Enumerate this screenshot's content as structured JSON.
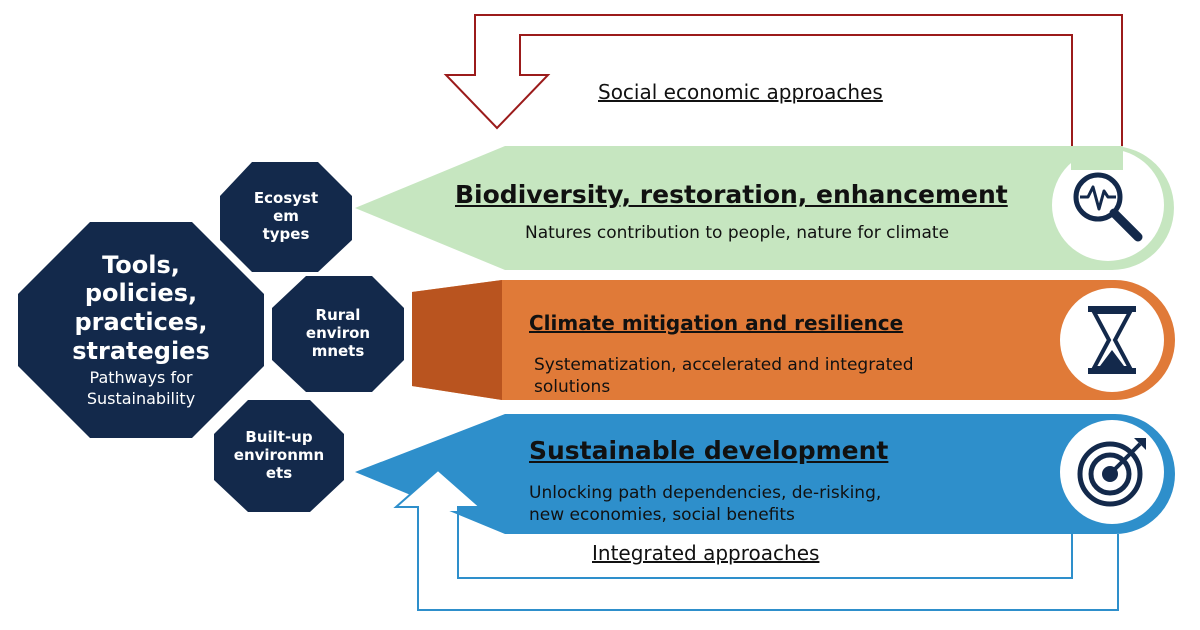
{
  "hub": {
    "title_lines": [
      "Tools,",
      "policies,",
      "practices,",
      "strategies"
    ],
    "subtitle_lines": [
      "Pathways for",
      "Sustainability"
    ]
  },
  "environments": [
    {
      "lines": [
        "Ecosyst",
        "em",
        "types"
      ]
    },
    {
      "lines": [
        "Rural",
        "environ",
        "mnets"
      ]
    },
    {
      "lines": [
        "Built-up",
        "environmn",
        "ets"
      ]
    }
  ],
  "bands": [
    {
      "title": "Biodiversity, restoration, enhancement",
      "subtitle_lines": [
        "Natures contribution to people, nature for climate"
      ],
      "icon": "magnifier-pulse-icon",
      "color": "#c6e6c0"
    },
    {
      "title": "Climate mitigation and resilience",
      "subtitle_lines": [
        "Systematization, accelerated and integrated",
        "solutions"
      ],
      "icon": "hourglass-icon",
      "color": "#e07a38"
    },
    {
      "title": "Sustainable development",
      "subtitle_lines": [
        "Unlocking path dependencies, de-risking,",
        "new economies, social benefits"
      ],
      "icon": "target-icon",
      "color": "#2e8fcb"
    }
  ],
  "flows": {
    "top_label": "Social economic approaches",
    "top_color": "#9b1b1b",
    "bottom_label": "Integrated approaches",
    "bottom_color": "#2e8fcb"
  },
  "colors": {
    "navy": "#13294b"
  }
}
